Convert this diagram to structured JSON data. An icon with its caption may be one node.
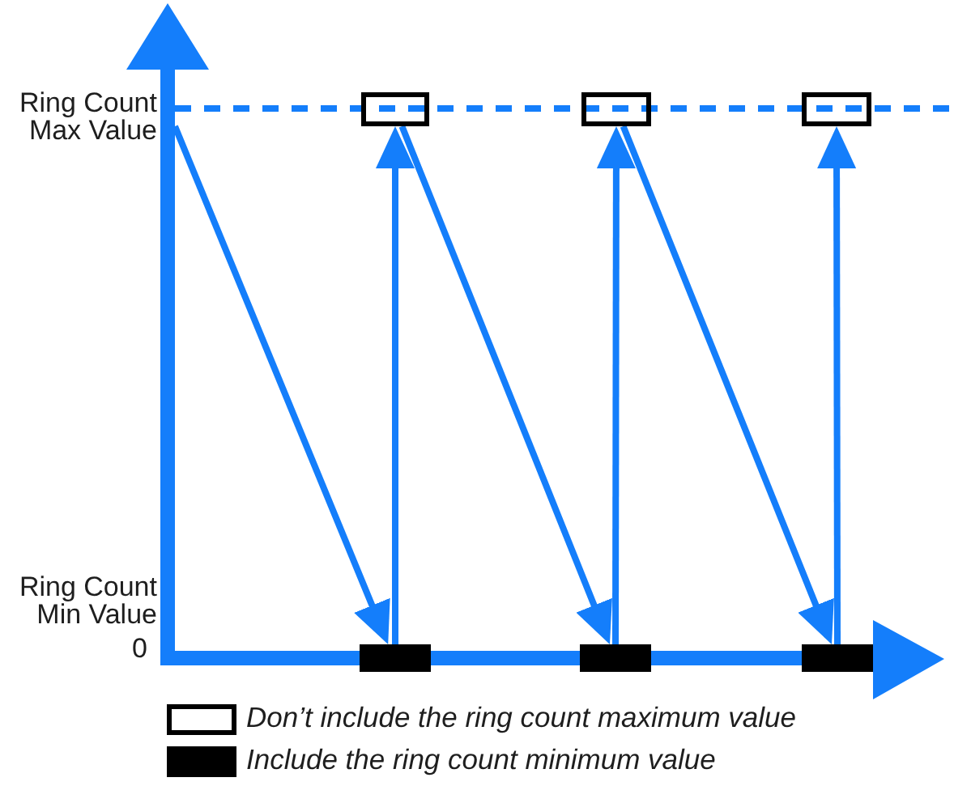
{
  "diagram": {
    "nodes": [
      {
        "text": [],
        "shape": "arrow"
      },
      {
        "text": [],
        "shape": "box"
      },
      {
        "text": [],
        "shape": "box"
      },
      {
        "text": [],
        "shape": "box"
      },
      {
        "text": [],
        "shape": "box"
      },
      {
        "text": [],
        "shape": "box"
      },
      {
        "text": [],
        "shape": "box"
      }
    ],
    "edges": [
      {
        "from": 0,
        "to": 4,
        "arrow": "to"
      },
      {
        "from": 4,
        "to": 1,
        "arrow": "to"
      },
      {
        "from": 1,
        "to": 5,
        "arrow": "to"
      },
      {
        "from": 5,
        "to": 2,
        "arrow": "to"
      },
      {
        "from": 2,
        "to": 6,
        "arrow": "to"
      },
      {
        "from": 6,
        "to": 3,
        "arrow": "to"
      }
    ],
    "labels": [
      "Ring Count Max Value",
      "Ring Count Min Value",
      "0"
    ],
    "legend": [
      {
        "text": "Don’t include the ring count maximum value"
      },
      {
        "text": "Include the ring count minimum value",
        "color": "#000000"
      }
    ]
  }
}
